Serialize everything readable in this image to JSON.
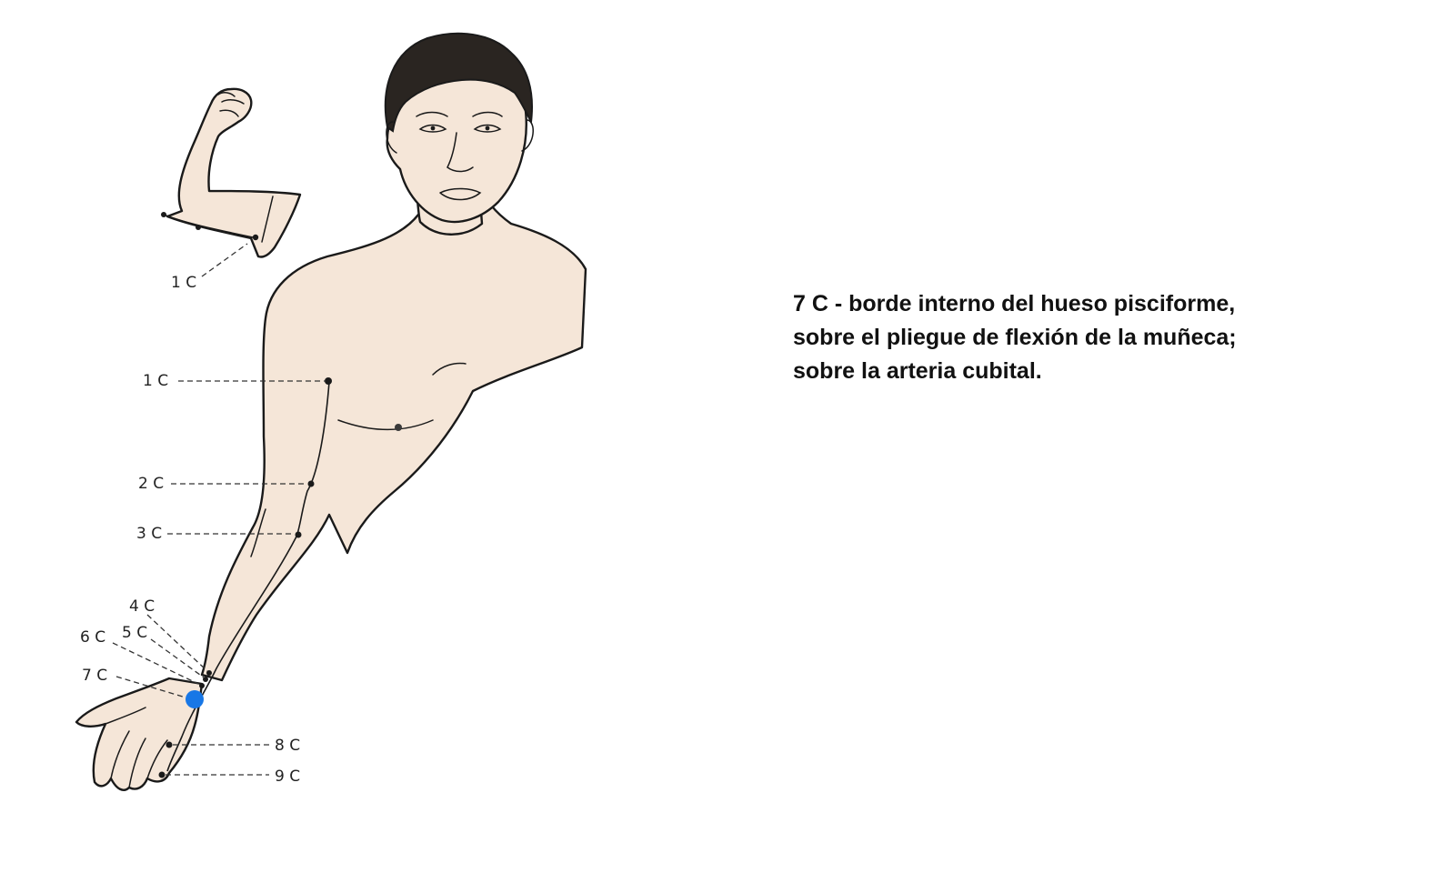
{
  "points": [
    {
      "id": "1C-inset",
      "label": "1 C"
    },
    {
      "id": "1C",
      "label": "1 C"
    },
    {
      "id": "2C",
      "label": "2 C"
    },
    {
      "id": "3C",
      "label": "3 C"
    },
    {
      "id": "4C",
      "label": "4 C"
    },
    {
      "id": "5C",
      "label": "5 C"
    },
    {
      "id": "6C",
      "label": "6 C"
    },
    {
      "id": "7C",
      "label": "7 C"
    },
    {
      "id": "8C",
      "label": "8 C"
    },
    {
      "id": "9C",
      "label": "9 C"
    }
  ],
  "highlight": {
    "point": "7C",
    "color": "#1877e6"
  },
  "colors": {
    "skin": "#f5e6d8",
    "outline": "#1a1a1a",
    "highlight": "#1877e6"
  },
  "description": {
    "lines": [
      "7 C - borde interno del hueso pisciforme,",
      "sobre el pliegue de flexión de la muñeca;",
      "sobre la arteria cubital."
    ]
  }
}
